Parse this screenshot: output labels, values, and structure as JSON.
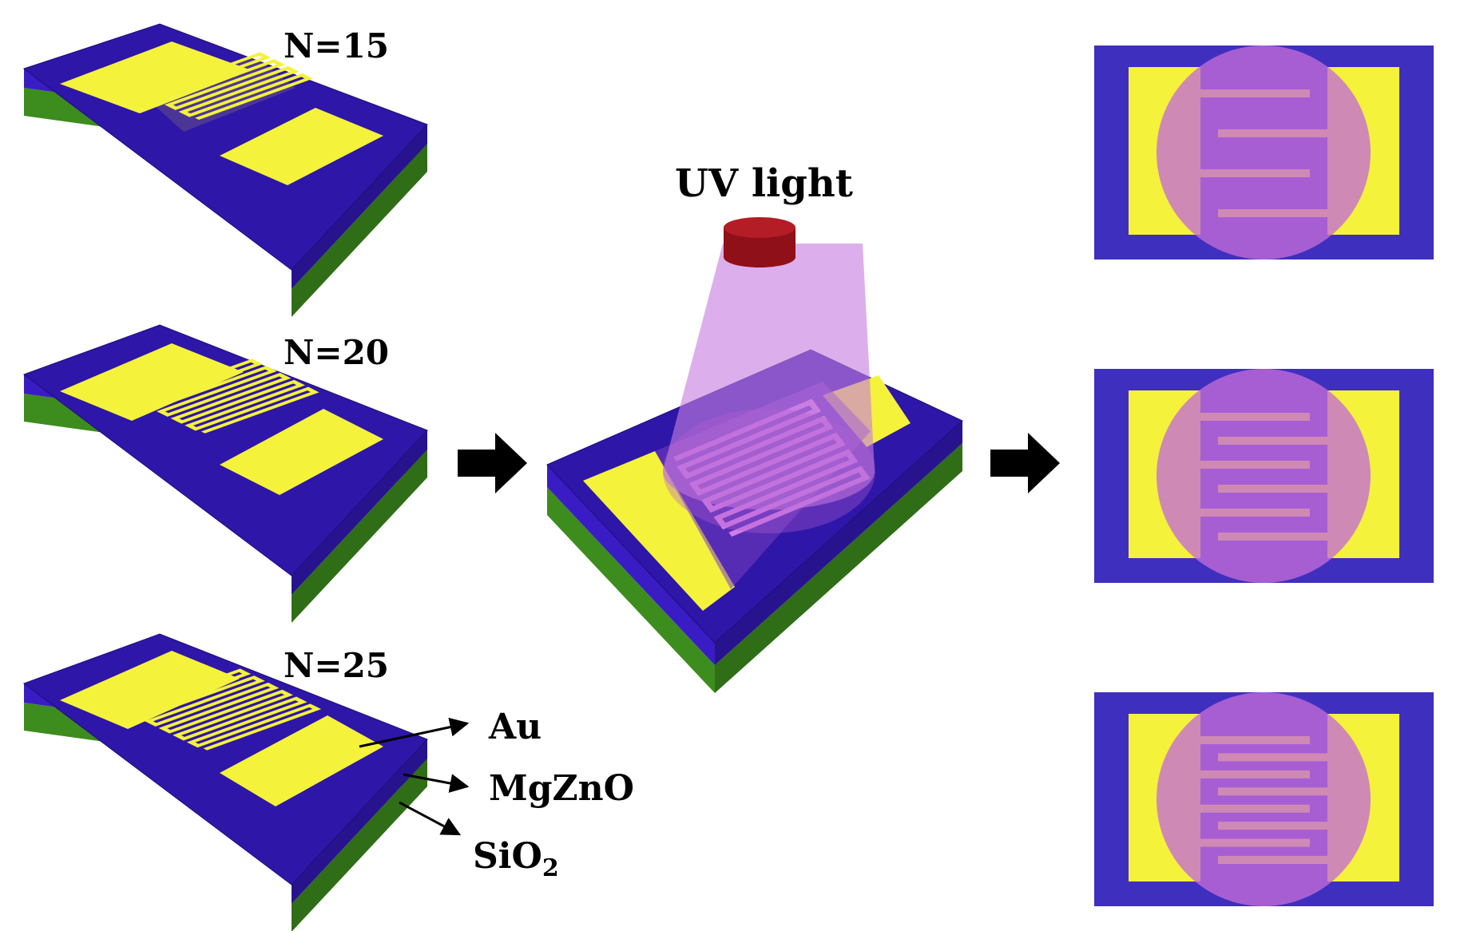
{
  "devices": [
    {
      "label": "N=15",
      "fingers": 15
    },
    {
      "label": "N=20",
      "fingers": 20
    },
    {
      "label": "N=25",
      "fingers": 25
    }
  ],
  "uv": {
    "label": "UV light"
  },
  "layers": {
    "au": "Au",
    "mgzno": "MgZnO",
    "sio2_main": "SiO",
    "sio2_sub": "2"
  },
  "colors": {
    "mgzno_top": "#2e16a8",
    "mgzno_front": "#3a1cc4",
    "mgzno_side": "#28138f",
    "sio2_front": "#3d8c1e",
    "sio2_side": "#2f6e16",
    "au": "#f4f23a",
    "uv_source": "#a3161f",
    "uv_cone": "#c77ee0",
    "topview_frame": "#3f2fbf",
    "topview_spot": "#c46cd8"
  }
}
